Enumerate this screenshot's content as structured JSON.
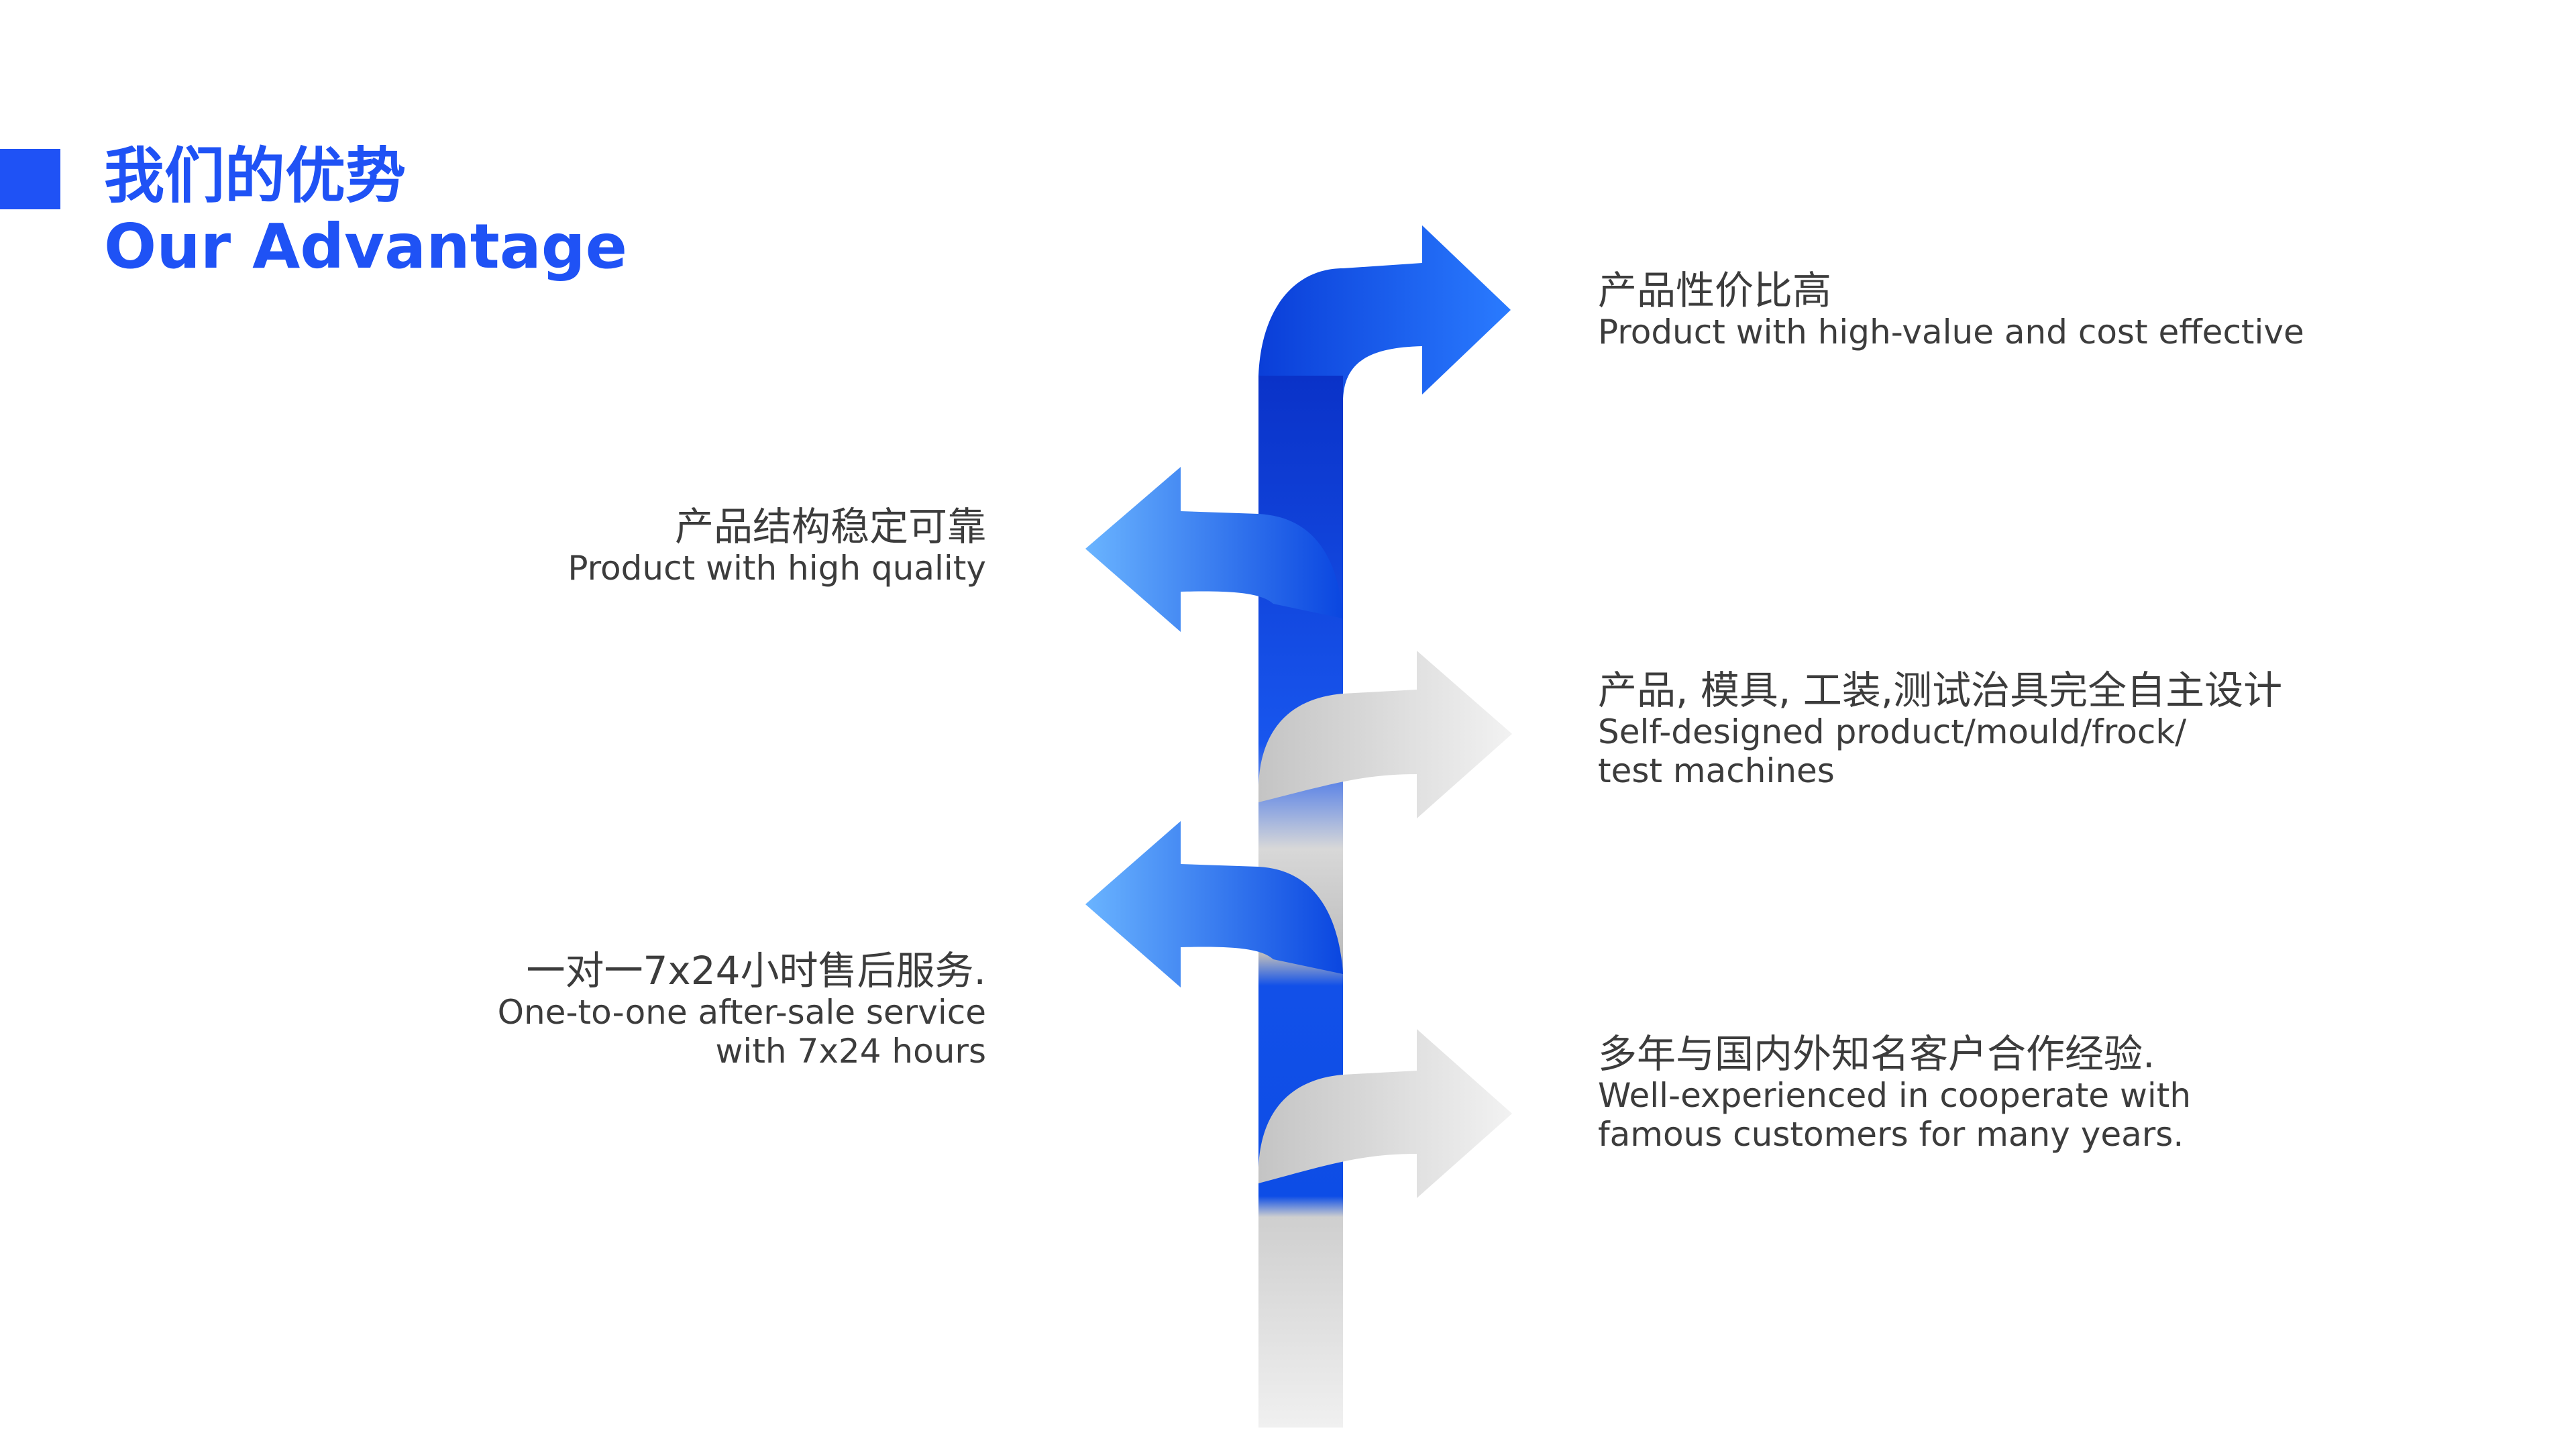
{
  "header": {
    "title_cn": "我们的优势",
    "title_en": "Our Advantage"
  },
  "colors": {
    "accent": "#1f52f5",
    "arrow_blue_dark": "#0a32c8",
    "arrow_blue_light": "#5aa8ff",
    "arrow_gray": "#e6e6e6",
    "text": "#3c3c3c"
  },
  "advantages": [
    {
      "side": "right",
      "arrow_color": "blue",
      "cn": "产品性价比高",
      "en_lines": [
        "Product with high-value and cost effective"
      ]
    },
    {
      "side": "left",
      "arrow_color": "blue",
      "cn": "产品结构稳定可靠",
      "en_lines": [
        "Product with high quality"
      ]
    },
    {
      "side": "right",
      "arrow_color": "gray",
      "cn": "产品, 模具, 工装,测试治具完全自主设计",
      "en_lines": [
        "Self-designed product/mould/frock/",
        "test machines"
      ]
    },
    {
      "side": "left",
      "arrow_color": "blue",
      "cn": "一对一7x24小时售后服务.",
      "en_lines": [
        "One-to-one after-sale service",
        "with 7x24 hours"
      ]
    },
    {
      "side": "right",
      "arrow_color": "gray",
      "cn": "多年与国内外知名客户合作经验.",
      "en_lines": [
        "Well-experienced in cooperate with",
        "famous customers for many years."
      ]
    }
  ]
}
